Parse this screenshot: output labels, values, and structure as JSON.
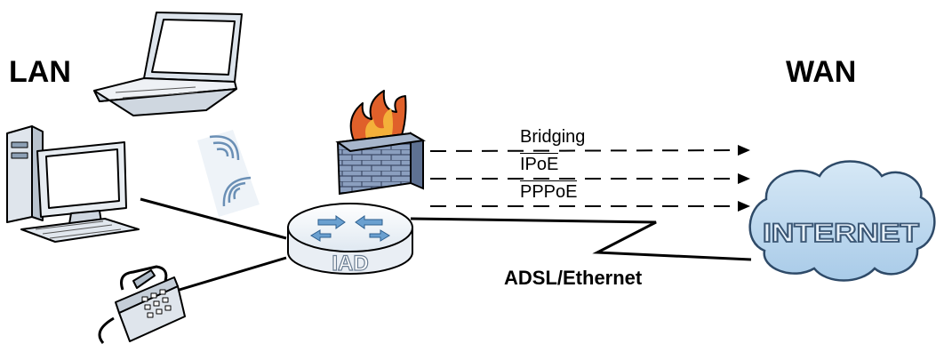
{
  "diagram": {
    "lan_label": "LAN",
    "wan_label": "WAN",
    "links": [
      {
        "label": "Bridging",
        "overline": false
      },
      {
        "label": "IPoE",
        "overline": true
      },
      {
        "label": "PPPoE",
        "overline": true
      }
    ],
    "device_label": "IAD",
    "cloud_label": "INTERNET",
    "connection_label": "ADSL/Ethernet"
  },
  "colors": {
    "router_body": "#f2f6fa",
    "router_accent": "#6aa0d0",
    "cloud_fill": "#bcd8ee",
    "cloud_text": "#e8f2fb",
    "firewall_brick": "#7a8fb0",
    "flame": "#e0602a"
  },
  "icons": [
    "laptop-icon",
    "desktop-computer-icon",
    "telephone-icon",
    "wireless-signal-icon",
    "firewall-icon",
    "router-icon",
    "cloud-icon"
  ]
}
